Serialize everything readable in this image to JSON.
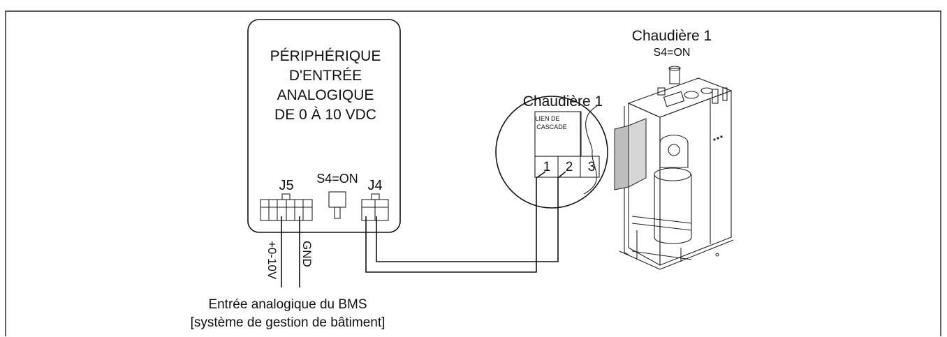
{
  "device": {
    "title_lines": [
      "PÉRIPHÉRIQUE",
      "D'ENTRÉE",
      "ANALOGIQUE",
      "DE 0 À 10 VDC"
    ],
    "j5_label": "J5",
    "j4_label": "J4",
    "switch_label": "S4=ON"
  },
  "wires": {
    "plus_label": "+0-10V",
    "gnd_label": "GND"
  },
  "bms": {
    "line1": "Entrée analogique du BMS",
    "line2": "[système de gestion de bâtiment]"
  },
  "detail": {
    "title": "Chaudière 1",
    "cascade_label_line1": "LIEN DE",
    "cascade_label_line2": "CASCADE",
    "terminals": [
      "1",
      "2",
      "3"
    ]
  },
  "boiler": {
    "title": "Chaudière 1",
    "subtitle": "S4=ON"
  }
}
